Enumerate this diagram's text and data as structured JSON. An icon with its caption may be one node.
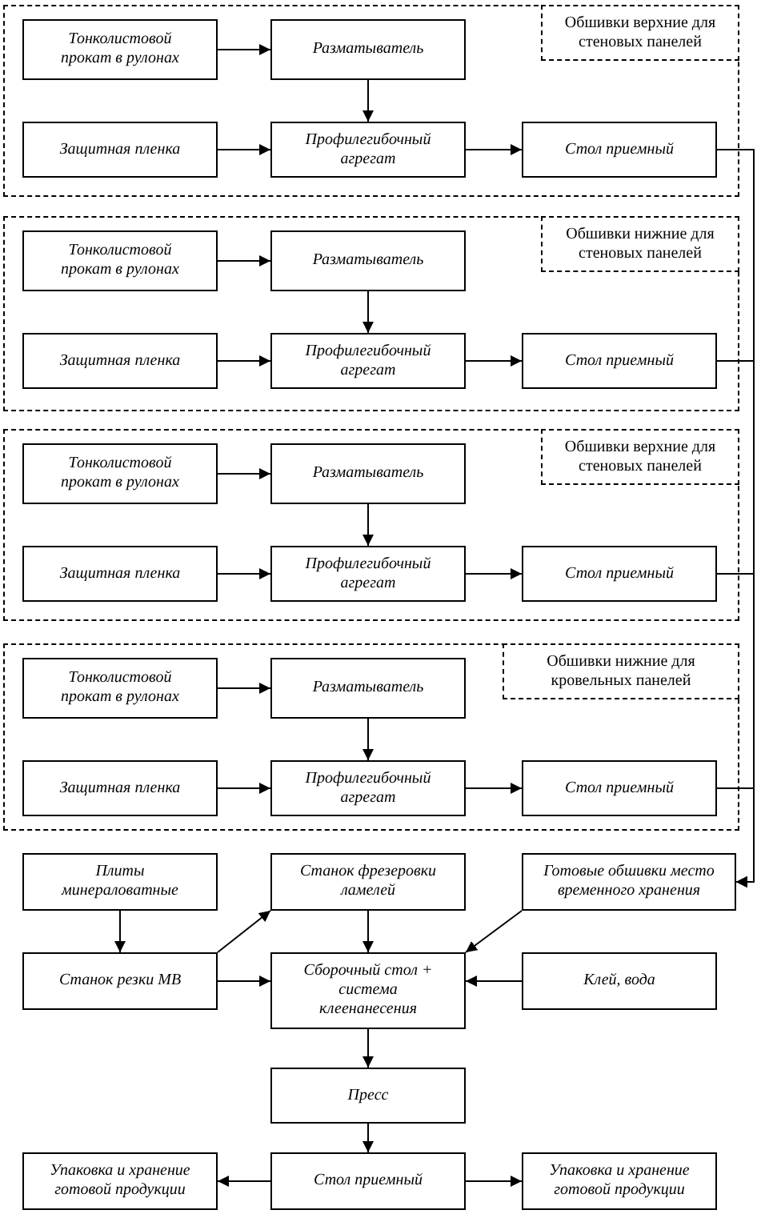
{
  "diagram": {
    "nodes": [
      {
        "text": [],
        "shape": "box"
      },
      {
        "text": [
          "Обшивки верхние для стеновых панелей"
        ],
        "in": 0
      },
      {
        "text": [
          "Тонколистовой прокат в рулонах"
        ],
        "in": 0
      },
      {
        "text": [
          "Разматыватель"
        ],
        "in": 0
      },
      {
        "text": [
          "Защитная пленка"
        ],
        "in": 0
      },
      {
        "text": [
          "Профилегибочный агрегат"
        ],
        "in": 0
      },
      {
        "text": [
          "Стол приемный"
        ],
        "in": 0
      },
      {
        "text": [],
        "shape": "box"
      },
      {
        "text": [
          "Обшивки нижние для стеновых панелей"
        ],
        "in": 7
      },
      {
        "text": [
          "Тонколистовой прокат в рулонах"
        ],
        "in": 7
      },
      {
        "text": [
          "Разматыватель"
        ],
        "in": 7
      },
      {
        "text": [
          "Защитная пленка"
        ],
        "in": 7
      },
      {
        "text": [
          "Профилегибочный агрегат"
        ],
        "in": 7
      },
      {
        "text": [
          "Стол приемный"
        ],
        "in": 7
      },
      {
        "text": [],
        "shape": "box"
      },
      {
        "text": [
          "Обшивки верхние для стеновых панелей"
        ],
        "in": 14
      },
      {
        "text": [
          "Тонколистовой прокат в рулонах"
        ],
        "in": 14
      },
      {
        "text": [
          "Разматыватель"
        ],
        "in": 14
      },
      {
        "text": [
          "Защитная пленка"
        ],
        "in": 14
      },
      {
        "text": [
          "Профилегибочный агрегат"
        ],
        "in": 14
      },
      {
        "text": [
          "Стол приемный"
        ],
        "in": 14
      },
      {
        "text": [],
        "shape": "box"
      },
      {
        "text": [
          "Обшивки нижние для кровельных панелей"
        ],
        "in": 21
      },
      {
        "text": [
          "Тонколистовой прокат в рулонах"
        ],
        "in": 21
      },
      {
        "text": [
          "Разматыватель"
        ],
        "in": 21
      },
      {
        "text": [
          "Защитная пленка"
        ],
        "in": 21
      },
      {
        "text": [
          "Профилегибочный агрегат"
        ],
        "in": 21
      },
      {
        "text": [
          "Стол приемный"
        ],
        "in": 21
      },
      {
        "text": [
          "Плиты минераловатные"
        ]
      },
      {
        "text": [
          "Станок фрезеровки ламелей"
        ]
      },
      {
        "text": [
          "Готовые обшивки место временного хранения"
        ]
      },
      {
        "text": [
          "Станок резки МВ"
        ]
      },
      {
        "text": [
          "Сборочный стол + система клеенанесения"
        ]
      },
      {
        "text": [
          "Клей, вода"
        ]
      },
      {
        "text": [
          "Пресс"
        ]
      },
      {
        "text": [
          "Упаковка и хранение готовой продукции"
        ]
      },
      {
        "text": [
          "Стол приемный"
        ]
      },
      {
        "text": [
          "Упаковка и хранение готовой продукции"
        ]
      }
    ],
    "edges": [
      {
        "from": 2,
        "to": 3,
        "arrow": "to"
      },
      {
        "from": 3,
        "to": 5,
        "arrow": "to"
      },
      {
        "from": 4,
        "to": 5,
        "arrow": "to"
      },
      {
        "from": 5,
        "to": 6,
        "arrow": "to"
      },
      {
        "from": 6,
        "to": 30,
        "arrow": "to"
      },
      {
        "from": 9,
        "to": 10,
        "arrow": "to"
      },
      {
        "from": 10,
        "to": 12,
        "arrow": "to"
      },
      {
        "from": 11,
        "to": 12,
        "arrow": "to"
      },
      {
        "from": 12,
        "to": 13,
        "arrow": "to"
      },
      {
        "from": 13,
        "to": 30,
        "arrow": "to"
      },
      {
        "from": 16,
        "to": 17,
        "arrow": "to"
      },
      {
        "from": 17,
        "to": 19,
        "arrow": "to"
      },
      {
        "from": 18,
        "to": 19,
        "arrow": "to"
      },
      {
        "from": 19,
        "to": 20,
        "arrow": "to"
      },
      {
        "from": 20,
        "to": 30,
        "arrow": "to"
      },
      {
        "from": 23,
        "to": 24,
        "arrow": "to"
      },
      {
        "from": 24,
        "to": 26,
        "arrow": "to"
      },
      {
        "from": 25,
        "to": 26,
        "arrow": "to"
      },
      {
        "from": 26,
        "to": 27,
        "arrow": "to"
      },
      {
        "from": 27,
        "to": 30,
        "arrow": "to"
      },
      {
        "from": 28,
        "to": 31,
        "arrow": "to"
      },
      {
        "from": 31,
        "to": 29,
        "arrow": "to"
      },
      {
        "from": 31,
        "to": 32,
        "arrow": "to"
      },
      {
        "from": 29,
        "to": 32,
        "arrow": "to"
      },
      {
        "from": 30,
        "to": 32,
        "arrow": "to"
      },
      {
        "from": 33,
        "to": 32,
        "arrow": "to"
      },
      {
        "from": 32,
        "to": 34,
        "arrow": "to"
      },
      {
        "from": 34,
        "to": 36,
        "arrow": "to"
      },
      {
        "from": 36,
        "to": 35,
        "arrow": "to"
      },
      {
        "from": 36,
        "to": 37,
        "arrow": "to"
      }
    ]
  }
}
